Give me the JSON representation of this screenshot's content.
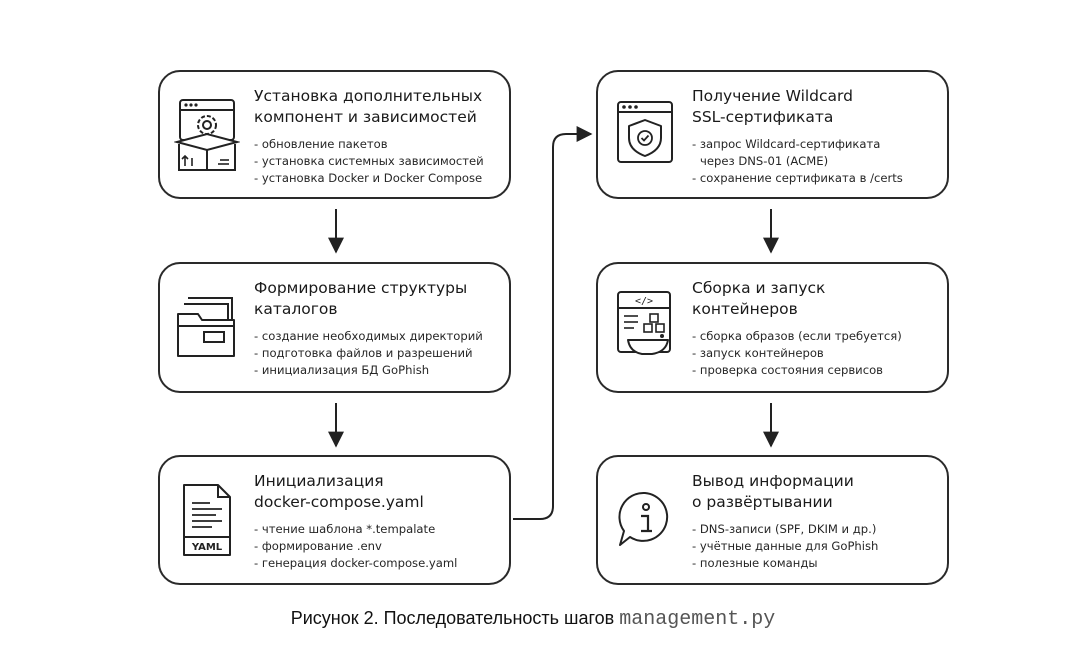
{
  "steps": [
    {
      "icon": "settings-box-icon",
      "title_lines": [
        "Установка дополнительных",
        "компонент и зависимостей"
      ],
      "items": [
        "обновление пакетов",
        "установка системных зависимостей",
        "установка Docker и Docker Compose"
      ]
    },
    {
      "icon": "folders-icon",
      "title_lines": [
        "Формирование структуры",
        "каталогов"
      ],
      "items": [
        "создание необходимых директорий",
        "подготовка файлов и разрешений",
        "инициализация БД GoPhish"
      ]
    },
    {
      "icon": "yaml-file-icon",
      "icon_label": "YAML",
      "title_lines": [
        "Инициализация",
        "docker-compose.yaml"
      ],
      "items": [
        "чтение шаблона *.tempalate",
        "формирование .env",
        "генерация docker-compose.yaml"
      ]
    },
    {
      "icon": "shield-window-icon",
      "title_lines": [
        "Получение Wildcard",
        "SSL-сертификата"
      ],
      "items": [
        "запрос Wildcard-сертификата",
        "через DNS-01 (ACME)",
        "сохранение сертификата в /certs"
      ]
    },
    {
      "icon": "code-containers-icon",
      "icon_label": "</>",
      "title_lines": [
        "Сборка и запуск",
        "контейнеров"
      ],
      "items": [
        "сборка образов (если требуется)",
        "запуск контейнеров",
        "проверка состояния сервисов"
      ]
    },
    {
      "icon": "info-chat-icon",
      "title_lines": [
        "Вывод информации",
        "о развёртывании"
      ],
      "items": [
        "DNS-записи (SPF, DKIM и др.)",
        "учётные данные для GoPhish",
        "полезные команды"
      ]
    }
  ],
  "caption": {
    "text": "Рисунок 2. Последовательность шагов",
    "code": "management.py"
  }
}
